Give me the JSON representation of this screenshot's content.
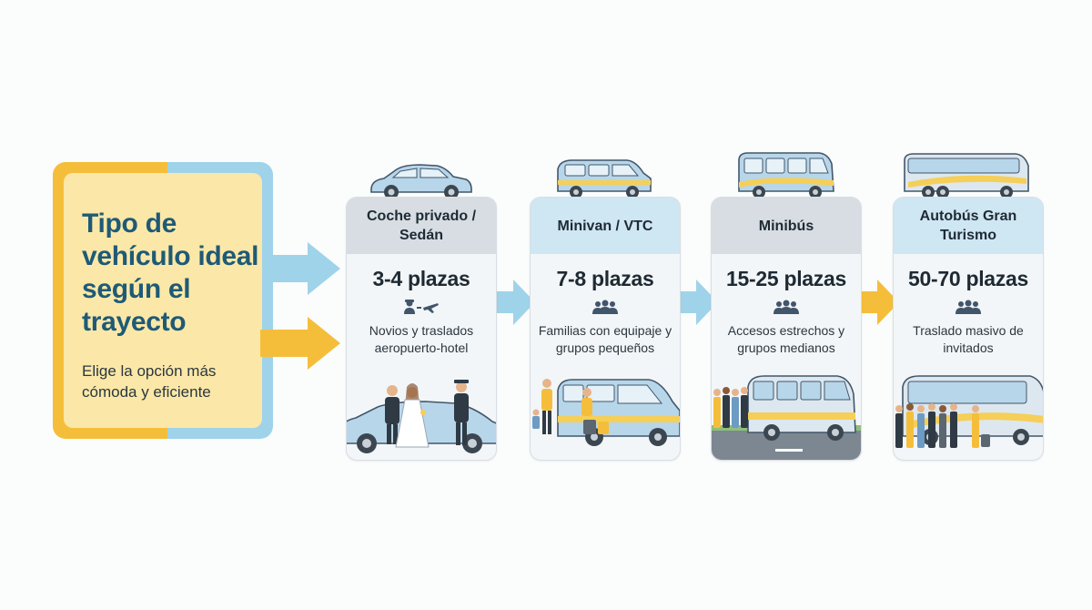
{
  "title": "Tipo de vehículo ideal según el trayecto",
  "subtitle": "Elige la opción más cómoda y eficiente",
  "colors": {
    "yellow": "#f5be3a",
    "light_blue": "#9fd3ea",
    "cream": "#fbe8a8",
    "title_blue": "#1f5a76",
    "card_header_gray": "#d7dde3",
    "card_header_blue": "#cfe6f3"
  },
  "cards": [
    {
      "header": "Coche privado / Sedán",
      "seats": "3-4 plazas",
      "icon": "chauffeur-plane-icon",
      "description": "Novios y traslados aeropuerto-hotel",
      "vehicle": "sedan"
    },
    {
      "header": "Minivan / VTC",
      "seats": "7-8 plazas",
      "icon": "group-icon",
      "description": "Familias con equipaje y grupos pequeños",
      "vehicle": "minivan"
    },
    {
      "header": "Minibús",
      "seats": "15-25 plazas",
      "icon": "group-icon",
      "description": "Accesos estrechos y grupos medianos",
      "vehicle": "minibus"
    },
    {
      "header": "Autobús Gran Turismo",
      "seats": "50-70 plazas",
      "icon": "group-icon",
      "description": "Traslado masivo de invitados",
      "vehicle": "coach-bus"
    }
  ]
}
